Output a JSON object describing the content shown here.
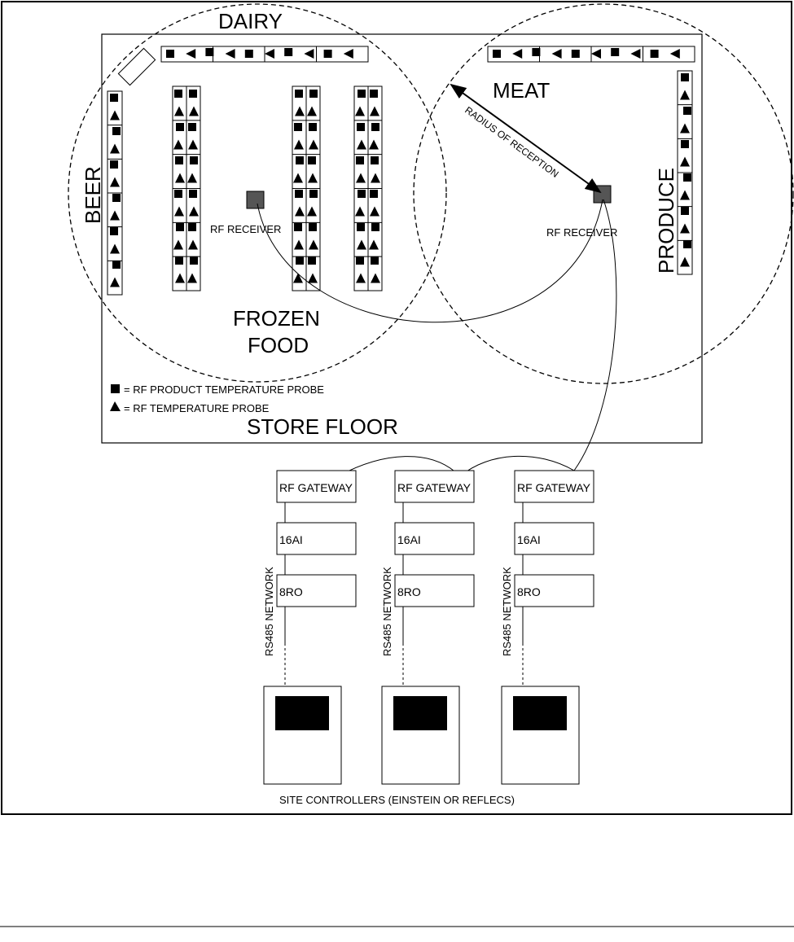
{
  "sections": {
    "dairy": "DAIRY",
    "meat": "MEAT",
    "beer": "BEER",
    "produce": "PRODUCE",
    "frozen_line1": "FROZEN",
    "frozen_line2": "FOOD",
    "store_floor": "STORE FLOOR"
  },
  "receivers": {
    "left": "RF RECEIVER",
    "right": "RF RECEIVER",
    "radius_label": "RADIUS OF RECEPTION"
  },
  "legend": {
    "square": "= RF PRODUCT TEMPERATURE PROBE",
    "triangle": "= RF TEMPERATURE PROBE"
  },
  "modules": {
    "gateway": "RF GATEWAY",
    "analog_in": "16AI",
    "relay_out": "8RO",
    "network": "RS485 NETWORK"
  },
  "controllers_caption": "SITE CONTROLLERS (EINSTEIN OR REFLECS)",
  "colors": {
    "line": "#000000",
    "receiver": "#555555",
    "controller_screen": "#000000"
  }
}
